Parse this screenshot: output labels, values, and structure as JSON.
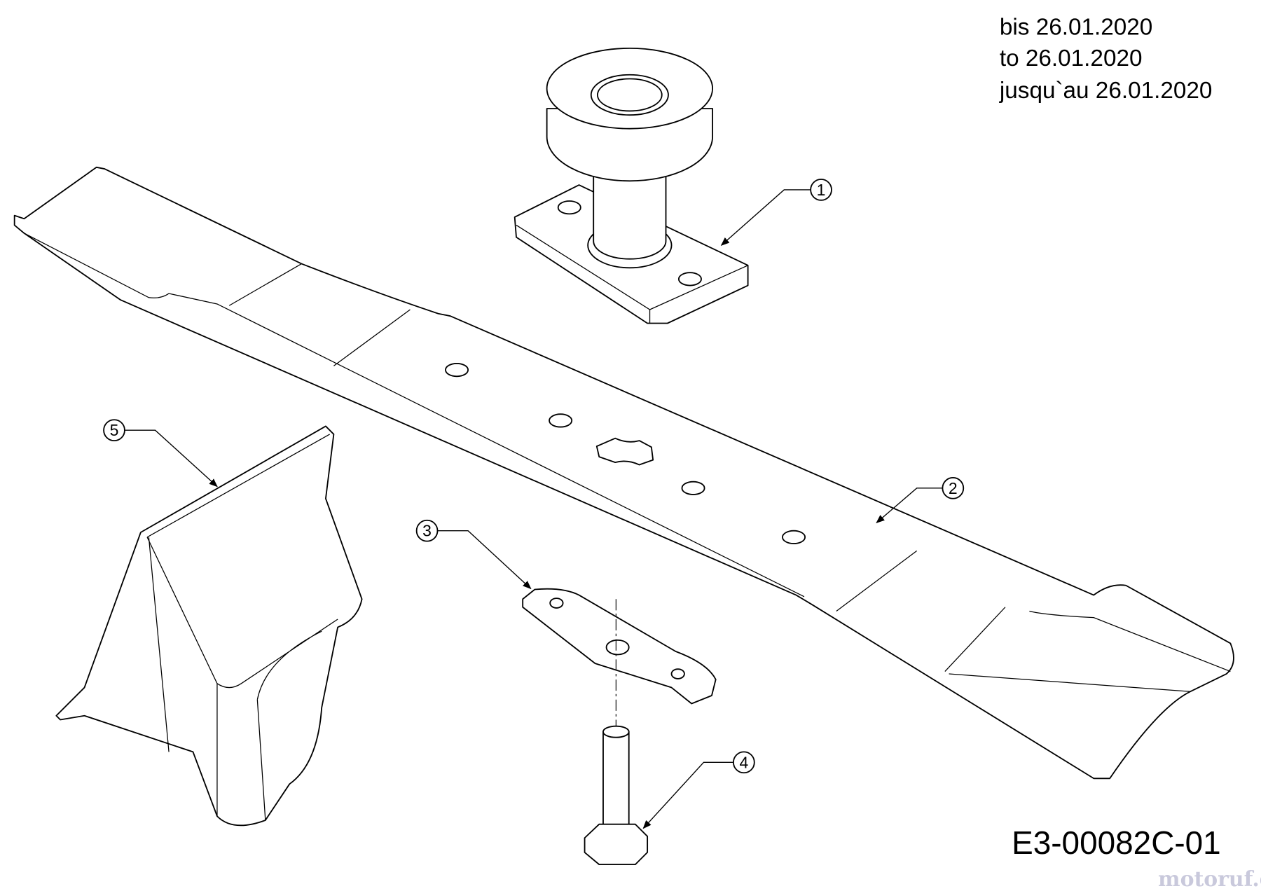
{
  "validity_note": [
    "bis 26.01.2020",
    "to 26.01.2020",
    "jusqu`au 26.01.2020"
  ],
  "drawing_code": "E3-00082C-01",
  "watermark": "motoruf.de",
  "callouts": [
    {
      "number": "1",
      "part": "spindle"
    },
    {
      "number": "2",
      "part": "blade"
    },
    {
      "number": "3",
      "part": "adapter"
    },
    {
      "number": "4",
      "part": "bolt"
    },
    {
      "number": "5",
      "part": "deflector"
    }
  ]
}
